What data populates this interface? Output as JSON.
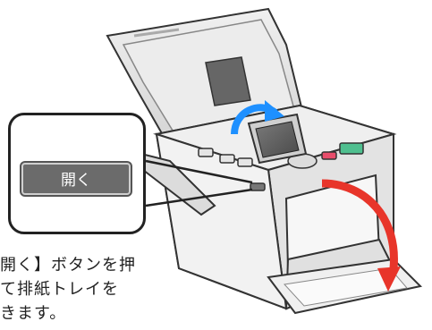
{
  "callout": {
    "button_label": "開く"
  },
  "caption": {
    "line1": "開く】ボタンを押",
    "line2": "て排紙トレイを",
    "line3": "きます。"
  },
  "colors": {
    "accent_blue": "#1e90ff",
    "accent_red": "#e8352a",
    "printer_body": "#e9e9e9",
    "outline": "#333333",
    "screen": "#5a5a5a",
    "green_button": "#4fbf8f",
    "pink_button": "#e84d6b"
  }
}
